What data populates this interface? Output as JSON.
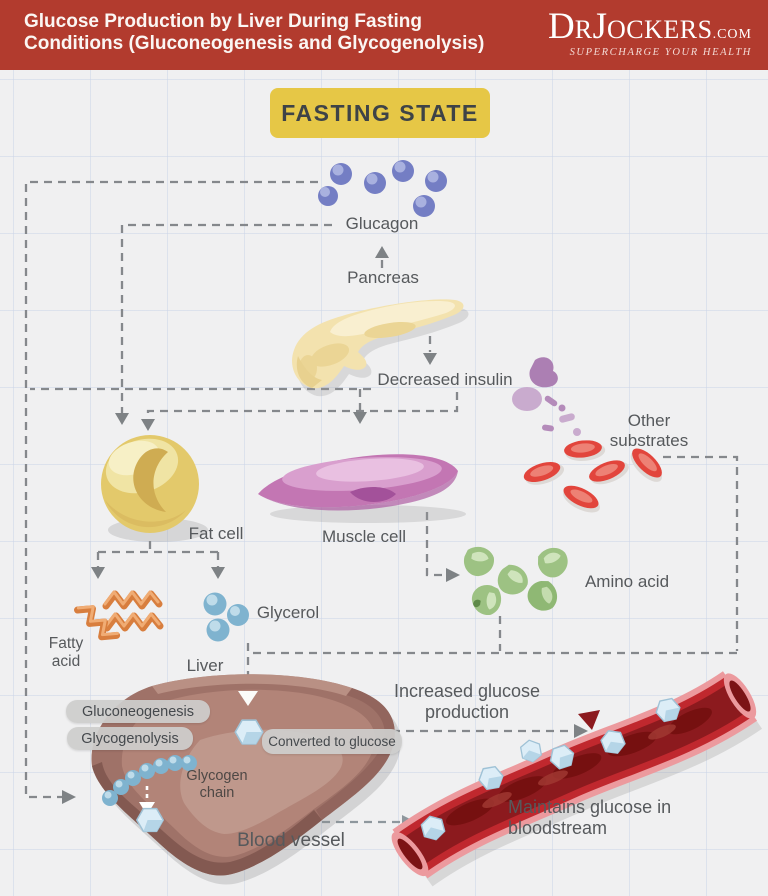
{
  "header": {
    "title_line1": "Glucose Production by Liver During Fasting",
    "title_line2": "Conditions (Gluconeogenesis and Glycogenolysis)",
    "logo": {
      "d": "D",
      "r": "R",
      "j": "J",
      "ockers": "OCKERS",
      "dotcom": ".COM",
      "tagline": "SUPERCHARGE YOUR HEALTH"
    }
  },
  "banner": {
    "label": "FASTING STATE"
  },
  "labels": {
    "glucagon": "Glucagon",
    "pancreas": "Pancreas",
    "decreased_insulin": "Decreased insulin",
    "other_substrates": [
      "Other",
      "substrates"
    ],
    "fat_cell": "Fat cell",
    "muscle_cell": "Muscle cell",
    "amino_acid": "Amino acid",
    "fatty_acid": [
      "Fatty",
      "acid"
    ],
    "glycerol": "Glycerol",
    "liver": "Liver",
    "glycogen_chain": [
      "Glycogen",
      "chain"
    ],
    "increased_glucose": [
      "Increased glucose",
      "production"
    ],
    "maintains_glucose": [
      "Maintains glucose in",
      "bloodstream"
    ],
    "blood_vessel": "Blood vessel"
  },
  "pills": {
    "gluconeogenesis": "Gluconeogenesis",
    "glycogenolysis": "Glycogenolysis",
    "converted": "Converted to glucose"
  },
  "colors": {
    "header_bg": "#B23B2E",
    "banner_bg": "#E6C746",
    "dash_gray": "#85888C",
    "label_text": "#56595C",
    "glucagon_purple": "#7C86C9",
    "pancreas_cream": "#F5E6B9",
    "insulin_purple": "#C9ABCE",
    "fat_yellow": "#E9D478",
    "muscle_pink": "#C376B3",
    "rbc_red": "#E2453C",
    "amino_green": "#9DC283",
    "fatty_orange": "#DE8A4A",
    "glycerol_blue": "#7FB3CF",
    "liver_brown": "#A3746B",
    "vessel_red": "#C0282E",
    "glucose_crystal_blue": "#DCEDF7"
  }
}
